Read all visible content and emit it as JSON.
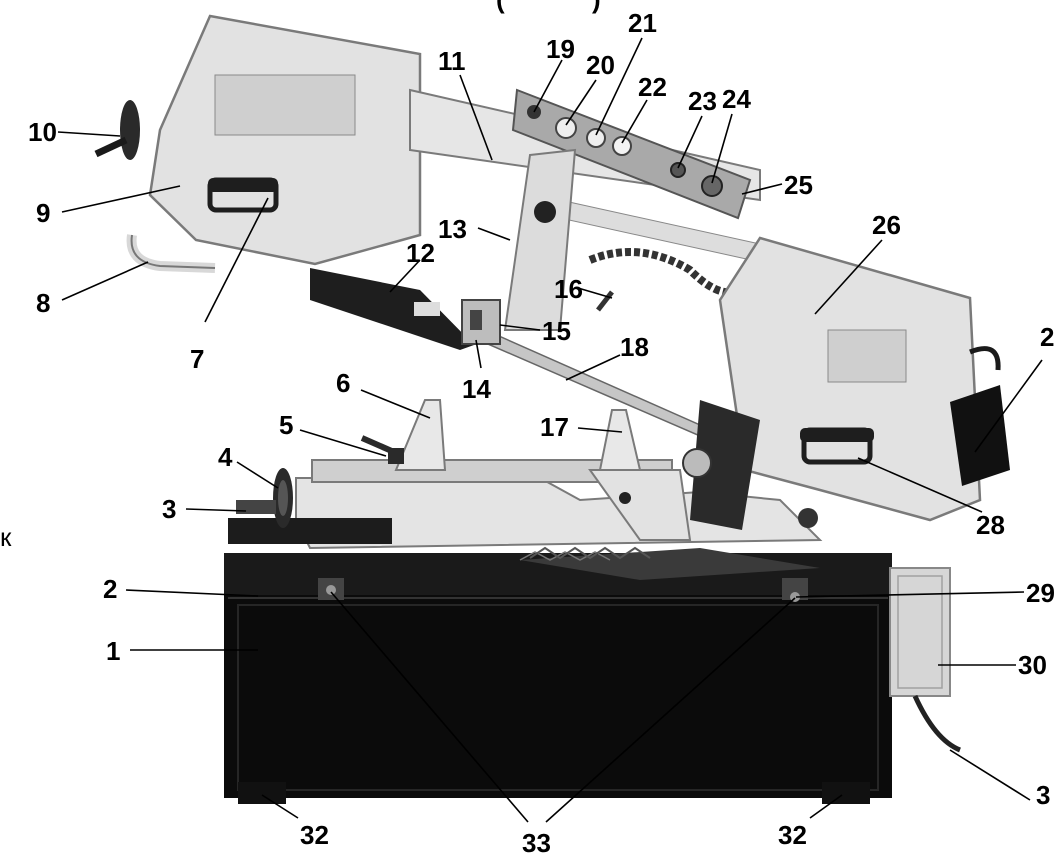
{
  "figure": {
    "header_fragment": "(",
    "header_fragment_right": ")",
    "side_fragment": "к"
  },
  "callouts": [
    {
      "id": "1",
      "text": "1"
    },
    {
      "id": "2",
      "text": "2"
    },
    {
      "id": "3",
      "text": "3"
    },
    {
      "id": "4",
      "text": "4"
    },
    {
      "id": "5",
      "text": "5"
    },
    {
      "id": "6",
      "text": "6"
    },
    {
      "id": "7",
      "text": "7"
    },
    {
      "id": "8",
      "text": "8"
    },
    {
      "id": "9",
      "text": "9"
    },
    {
      "id": "10",
      "text": "10"
    },
    {
      "id": "11",
      "text": "11"
    },
    {
      "id": "12",
      "text": "12"
    },
    {
      "id": "13",
      "text": "13"
    },
    {
      "id": "14",
      "text": "14"
    },
    {
      "id": "15",
      "text": "15"
    },
    {
      "id": "16",
      "text": "16"
    },
    {
      "id": "17",
      "text": "17"
    },
    {
      "id": "18",
      "text": "18"
    },
    {
      "id": "19",
      "text": "19"
    },
    {
      "id": "20",
      "text": "20"
    },
    {
      "id": "21",
      "text": "21"
    },
    {
      "id": "22",
      "text": "22"
    },
    {
      "id": "23",
      "text": "23"
    },
    {
      "id": "24",
      "text": "24"
    },
    {
      "id": "25",
      "text": "25"
    },
    {
      "id": "26",
      "text": "26"
    },
    {
      "id": "27",
      "text": "2"
    },
    {
      "id": "28",
      "text": "28"
    },
    {
      "id": "29",
      "text": "29"
    },
    {
      "id": "30",
      "text": "30"
    },
    {
      "id": "31",
      "text": "3"
    },
    {
      "id": "32a",
      "text": "32"
    },
    {
      "id": "32b",
      "text": "32"
    },
    {
      "id": "33",
      "text": "33"
    }
  ],
  "colors": {
    "cabinet": "#0b0b0b",
    "housing": "#e2e2e2",
    "housing_edge": "#8a8a8a",
    "metal": "#b5b5b5",
    "dark": "#2a2a2a"
  }
}
